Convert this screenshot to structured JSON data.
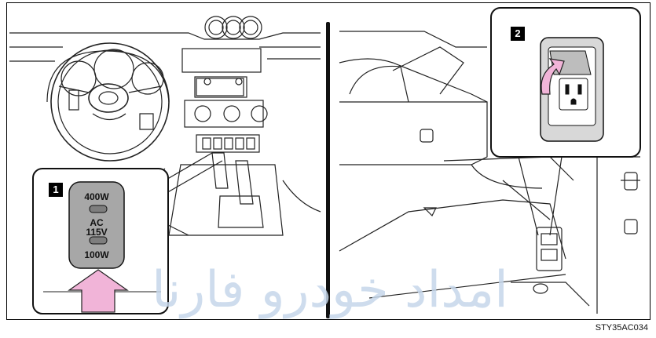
{
  "callout_1": {
    "number": "1",
    "label_top": "400W",
    "label_ac": "AC",
    "label_voltage": "115V",
    "label_bottom": "100W"
  },
  "callout_2": {
    "number": "2"
  },
  "figure_code": "STY35AC034",
  "watermark_text": "امداد خودرو فارنا",
  "icons": [
    "steering-wheel-icon",
    "push-arrow-icon",
    "lift-arrow-icon",
    "power-outlet-icon"
  ],
  "colors": {
    "arrow_pink": "#f1b4d8",
    "switch_panel": "#a7a7a7",
    "watermark": "#c6d7ea"
  }
}
